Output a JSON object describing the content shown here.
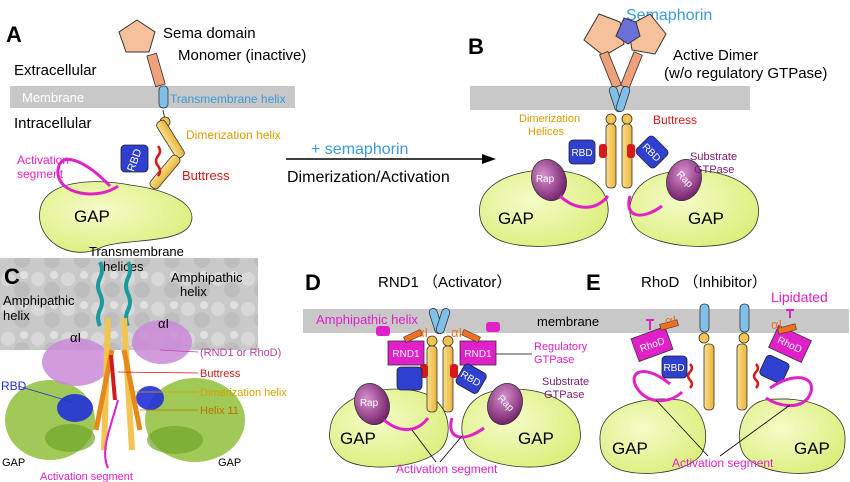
{
  "panels": {
    "a": "A",
    "b": "B",
    "c": "C",
    "d": "D",
    "e": "E"
  },
  "panel_a": {
    "sema_domain": "Sema domain",
    "monomer": "Monomer (inactive)",
    "extracellular": "Extracellular",
    "membrane": "Membrane",
    "transmembrane_helix": "Transmembrane helix",
    "intracellular": "Intracellular",
    "dimerization_helix": "Dimerization helix",
    "activation": "Activation",
    "segment": "segment",
    "rbd": "RBD",
    "buttress": "Buttress",
    "gap": "GAP"
  },
  "arrow": {
    "plus_semaphorin": "+ semaphorin",
    "dimerization_activation": "Dimerization/Activation"
  },
  "panel_b": {
    "semaphorin": "Semaphorin",
    "active_dimer": "Active Dimer",
    "wo_regulatory": "(w/o regulatory GTPase)",
    "dimerization": "Dimerization",
    "helices": "Helices",
    "buttress": "Buttress",
    "substrate": "Substrate",
    "gtpase": "GTPase",
    "rbd": "RBD",
    "rap": "Rap",
    "gap": "GAP"
  },
  "panel_c": {
    "transmembrane": "Transmembrane",
    "helices": "helices",
    "amphipathic": "Amphipathic",
    "helix": "helix",
    "alpha_i": "αI",
    "rbd": "RBD",
    "rnd1_or_rhod": "(RND1 or RhoD)",
    "buttress": "Buttress",
    "dimerization_helix": "Dimerization helix",
    "helix_11": "Helix 11",
    "gap": "GAP",
    "activation_segment": "Activation segment"
  },
  "panel_d": {
    "title": "RND1 （Activator）",
    "membrane": "membrane",
    "amphipathic_helix": "Amphipathic helix",
    "alpha_i": "αI",
    "rnd1": "RND1",
    "regulatory": "Regulatory",
    "gtpase": "GTPase",
    "substrate": "Substrate",
    "rbd": "RBD",
    "rap": "Rap",
    "gap": "GAP",
    "activation_segment": "Activation segment"
  },
  "panel_e": {
    "title": "RhoD （Inhibitor）",
    "lipidated": "Lipidated",
    "alpha_i": "αI",
    "rhod": "RhoD",
    "rbd": "RBD",
    "gap": "GAP",
    "activation_segment": "Activation segment"
  },
  "colors": {
    "membrane": "#c8c8c8",
    "gap": "#e5f59a",
    "rbd": "#2f3fcf",
    "helix": "#f2c451",
    "sema": "#f6c09a",
    "rap": "#8a2a7f",
    "magenta": "#e020c8",
    "buttress": "#d41a1a",
    "tm": "#7ec0ea"
  }
}
